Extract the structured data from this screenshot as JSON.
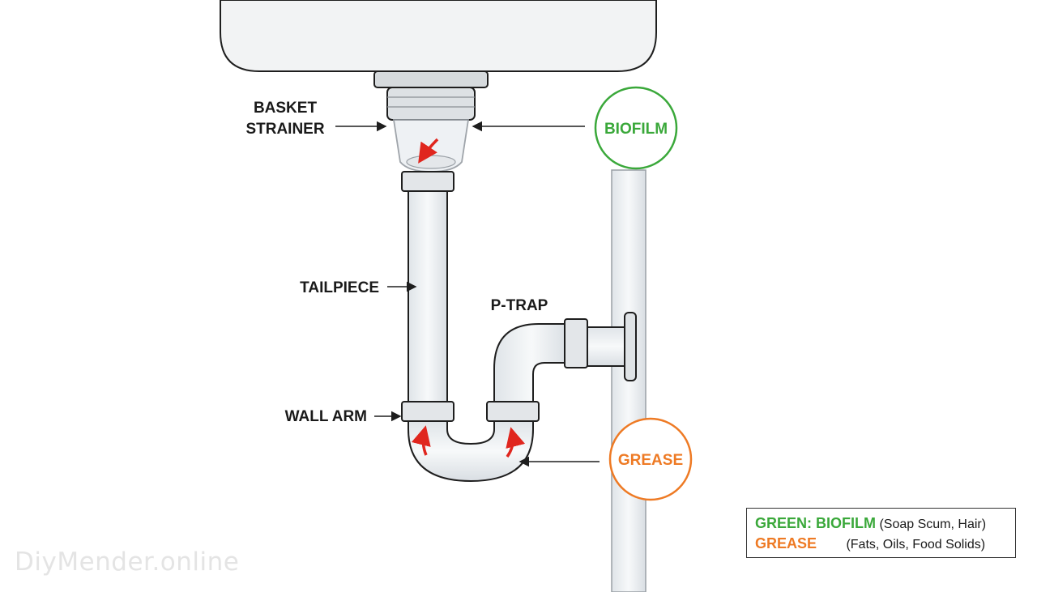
{
  "labels": {
    "basket_strainer_line1": "BASKET",
    "basket_strainer_line2": "STRAINER",
    "tailpiece": "TAILPIECE",
    "p_trap": "P-TRAP",
    "wall_arm": "WALL ARM"
  },
  "callouts": {
    "biofilm": "BIOFILM",
    "grease": "GREASE"
  },
  "legend": {
    "row1_key": "GREEN: BIOFILM",
    "row1_desc": "(Soap Scum, Hair)",
    "row2_key": "GREASE",
    "row2_desc": "(Fats, Oils, Food Solids)"
  },
  "watermark": "DiyMender.online",
  "colors": {
    "biofilm": "#3aa83a",
    "grease": "#ee7a24",
    "flow_arrow": "#e0261e",
    "pipe_fill": "#eef1f4",
    "outline": "#1e1e1e"
  }
}
